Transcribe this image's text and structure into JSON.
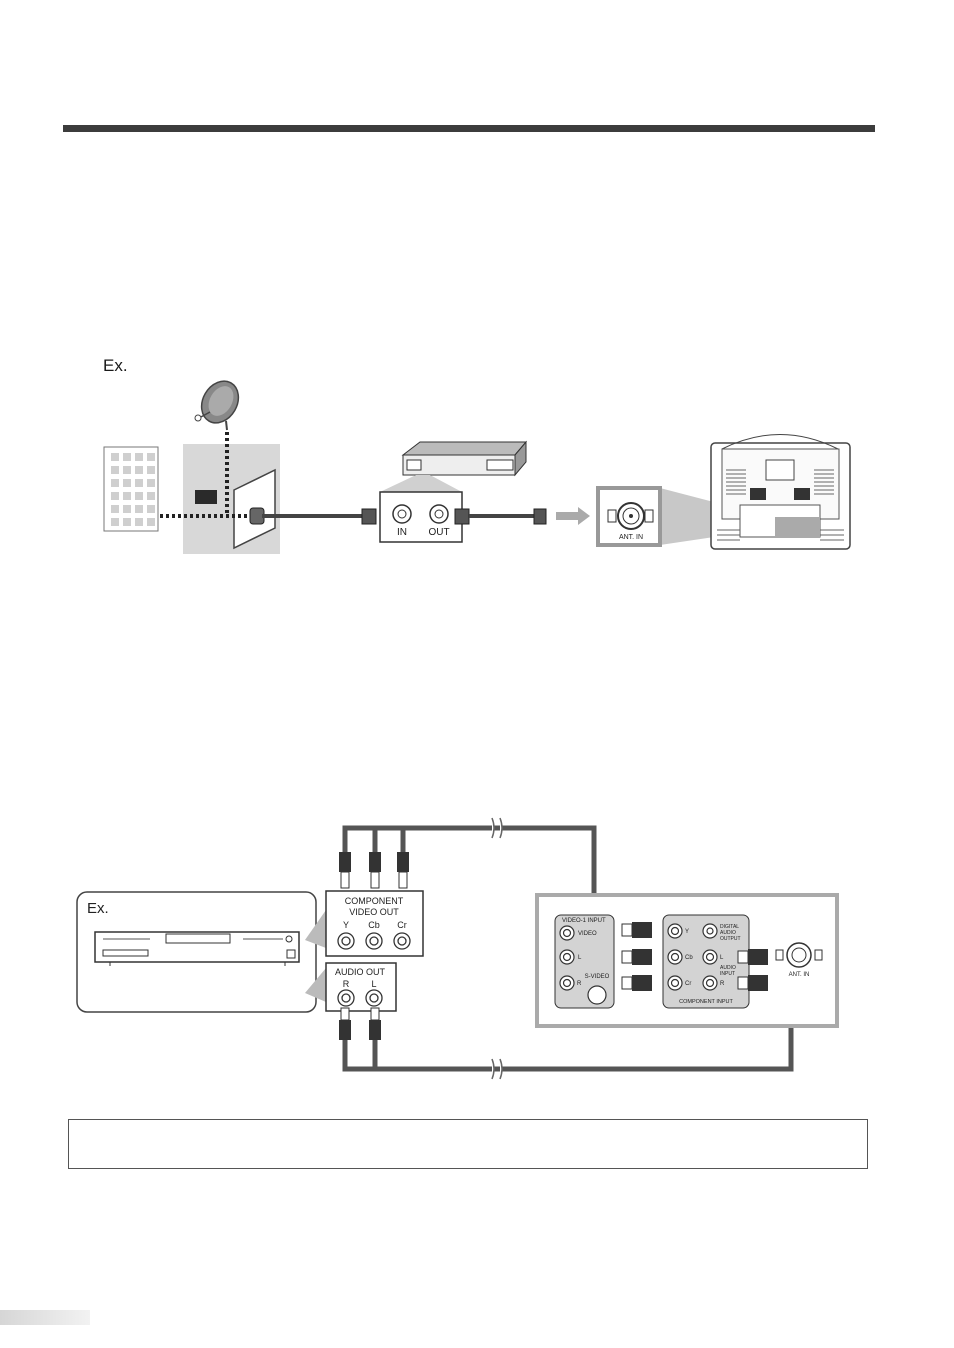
{
  "diagram1": {
    "ex_label": "Ex.",
    "box_in_label": "IN",
    "box_out_label": "OUT",
    "tv_ant_label": "ANT. IN"
  },
  "diagram2": {
    "ex_label": "Ex.",
    "component_out_title_1": "COMPONENT",
    "component_out_title_2": "VIDEO OUT",
    "jack_y": "Y",
    "jack_cb": "Cb",
    "jack_cr": "Cr",
    "audio_out_title": "AUDIO OUT",
    "jack_r": "R",
    "jack_l": "L",
    "panel": {
      "video1_input": "VIDEO-1 INPUT",
      "video": "VIDEO",
      "l": "L",
      "r": "R",
      "s_video": "S-VIDEO",
      "y": "Y",
      "cb": "Cb",
      "cr": "Cr",
      "component_input": "COMPONENT INPUT",
      "digital_audio_1": "DIGITAL",
      "digital_audio_2": "AUDIO",
      "digital_audio_3": "OUTPUT",
      "audio_l": "L",
      "audio_input": "AUDIO",
      "audio_input_2": "INPUT",
      "audio_r": "R",
      "ant_in": "ANT. IN"
    }
  }
}
